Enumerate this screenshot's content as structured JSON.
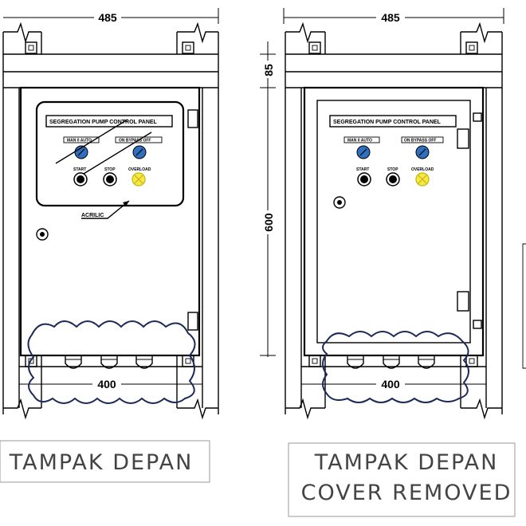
{
  "left": {
    "dim_top": "485",
    "dim_bottom": "400",
    "panel_title": "SEGREGATION PUMP CONTROL PANEL",
    "selector_label": "MAN 0 AUTO",
    "bypass_label": "ON BYPASS OFF",
    "start_label": "START",
    "stop_label": "STOP",
    "overload_label": "OVERLOAD",
    "acrylic_label": "ACRILIC",
    "caption": "TAMPAK DEPAN"
  },
  "right": {
    "dim_top": "485",
    "dim_bottom": "400",
    "dim_85": "85",
    "dim_600": "600",
    "panel_title": "SEGREGATION PUMP CONTROL PANEL",
    "selector_label": "MAN 0 AUTO",
    "bypass_label": "ON BYPASS OFF",
    "start_label": "START",
    "stop_label": "STOP",
    "overload_label": "OVERLOAD",
    "caption_line1": "TAMPAK DEPAN",
    "caption_line2": "COVER REMOVED"
  },
  "colors": {
    "selector": "#2f6fc0",
    "overload_lamp": "#f5e84a",
    "revision_cloud": "#1c2a5a"
  }
}
